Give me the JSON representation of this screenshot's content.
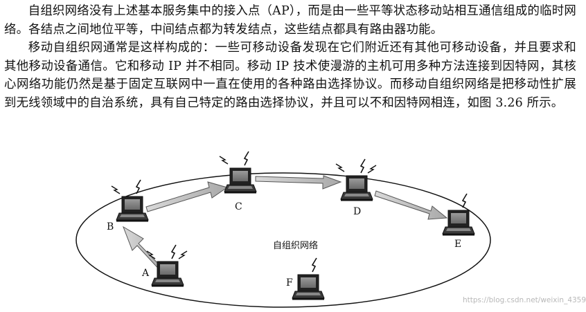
{
  "paragraphs": [
    "自组织网络没有上述基本服务集中的接入点（AP），而是由一些平等状态移动站相互通信组成的临时网络。各结点之间地位平等，中间结点都为转发结点，这些结点都具有路由器功能。",
    "移动自组织网通常是这样构成的：一些可移动设备发现在它们附近还有其他可移动设备，并且要求和其他移动设备通信。它和移动 IP 并不相同。移动 IP 技术使漫游的主机可用多种方法连接到因特网，其核心网络功能仍然是基于固定互联网中一直在使用的各种路由选择协议。而移动自组织网络是把移动性扩展到无线领域中的自治系统，具有自己特定的路由选择协议，并且可以不和因特网相连，如图 3.26 所示。"
  ],
  "figure": {
    "network_label": "自组织网络",
    "nodes": [
      {
        "id": "A",
        "label": "A"
      },
      {
        "id": "B",
        "label": "B"
      },
      {
        "id": "C",
        "label": "C"
      },
      {
        "id": "D",
        "label": "D"
      },
      {
        "id": "E",
        "label": "E"
      },
      {
        "id": "F",
        "label": "F"
      }
    ],
    "links": [
      {
        "from": "A",
        "to": "B"
      },
      {
        "from": "B",
        "to": "C"
      },
      {
        "from": "C",
        "to": "D"
      },
      {
        "from": "D",
        "to": "E"
      }
    ]
  },
  "watermark": "https://blog.csdn.net/weixin_4359"
}
